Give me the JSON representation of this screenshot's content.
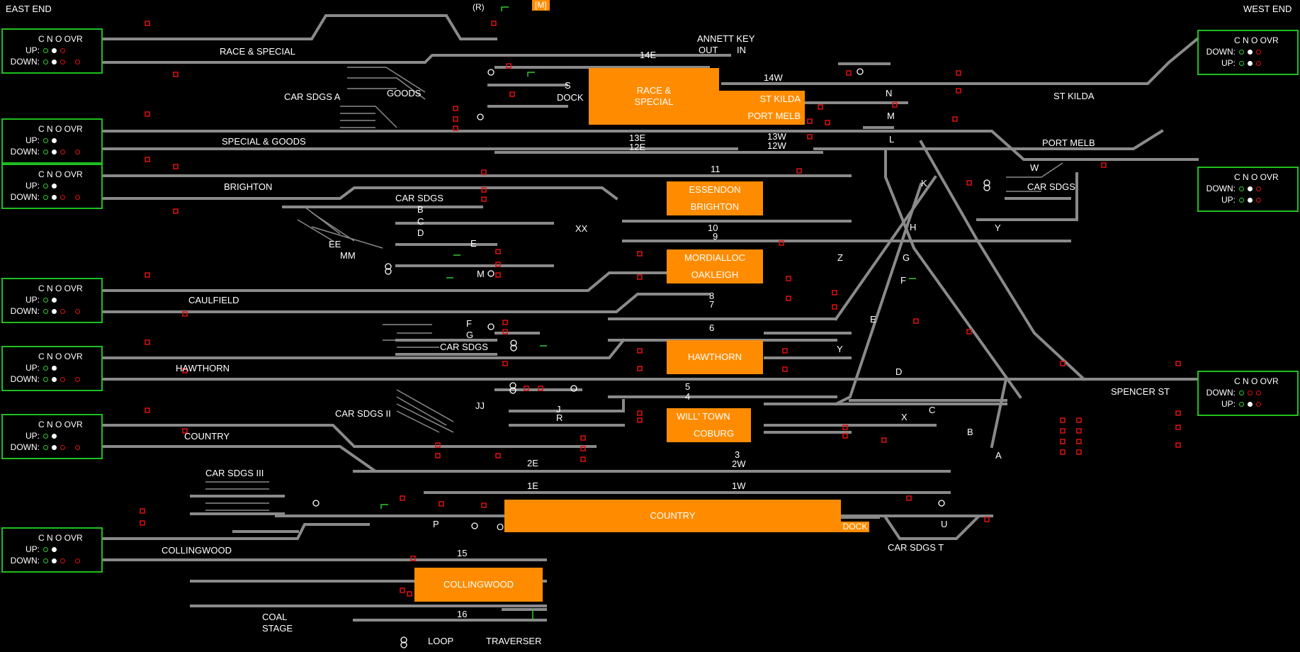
{
  "ends": {
    "east": "EAST END",
    "west": "WEST END"
  },
  "top_controls": {
    "r": "(R)",
    "m": "[M]"
  },
  "annett": {
    "title": "ANNETT KEY",
    "out": "OUT",
    "in": "IN"
  },
  "panel_header": "C  N  O  OVR",
  "panel_rows": {
    "up": "UP:",
    "down": "DOWN:"
  },
  "colors": {
    "track": "#8a8a8a",
    "platform": "#ff8c00",
    "signal": "#e01010",
    "panel_border": "#1fbf1f",
    "indicator_green": "#2ecc2e"
  },
  "panels": {
    "east": [
      {
        "name": "race",
        "rows": [
          "up",
          "down"
        ]
      },
      {
        "name": "special",
        "rows": [
          "up",
          "down"
        ]
      },
      {
        "name": "brighton",
        "rows": [
          "up",
          "down"
        ]
      },
      {
        "name": "caulfield",
        "rows": [
          "up",
          "down"
        ]
      },
      {
        "name": "hawthorn",
        "rows": [
          "up",
          "down"
        ]
      },
      {
        "name": "country",
        "rows": [
          "up",
          "down"
        ]
      },
      {
        "name": "collingwood",
        "rows": [
          "up",
          "down"
        ]
      }
    ],
    "west": [
      {
        "name": "stkilda",
        "rows": [
          "down",
          "up"
        ]
      },
      {
        "name": "portmelb",
        "rows": [
          "down",
          "up"
        ]
      },
      {
        "name": "spencer",
        "rows": [
          "down",
          "up"
        ]
      }
    ]
  },
  "line_names": {
    "race_special": "RACE & SPECIAL",
    "special_goods": "SPECIAL & GOODS",
    "brighton": "BRIGHTON",
    "caulfield": "CAULFIELD",
    "hawthorn": "HAWTHORN",
    "country": "COUNTRY",
    "collingwood": "COLLINGWOOD",
    "st_kilda": "ST KILDA",
    "port_melb": "PORT MELB",
    "spencer_st": "SPENCER ST"
  },
  "sidings": {
    "car_sdgs_a": "CAR SDGS A",
    "goods": "GOODS",
    "car_sdgs": "CAR SDGS",
    "car_sdgs_2": "CAR SDGS",
    "car_sdgs_ii": "CAR SDGS II",
    "car_sdgs_iii": "CAR SDGS III",
    "car_sdgs_t": "CAR SDGS  T",
    "car_sdgs_w": "CAR SDGS",
    "coal_stage_1": "COAL",
    "coal_stage_2": "STAGE",
    "loop": "LOOP",
    "traverser": "TRAVERSER",
    "dock_top": "DOCK",
    "dock_bottom": "DOCK"
  },
  "platforms": {
    "race_special_1": "RACE &",
    "race_special_2": "SPECIAL",
    "st_kilda": "ST KILDA",
    "port_melb": "PORT MELB",
    "essendon": "ESSENDON",
    "brighton": "BRIGHTON",
    "mordialloc": "MORDIALLOC",
    "oakleigh": "OAKLEIGH",
    "hawthorn": "HAWTHORN",
    "williamstown": "WILL' TOWN",
    "coburg": "COBURG",
    "country": "COUNTRY",
    "collingwood": "COLLINGWOOD"
  },
  "road_numbers": {
    "r14e": "14E",
    "r14w": "14W",
    "r13e": "13E",
    "r12e": "12E",
    "r13w": "13W",
    "r12w": "12W",
    "r11": "11",
    "r10": "10",
    "r9": "9",
    "r8": "8",
    "r7": "7",
    "r6": "6",
    "r5": "5",
    "r4": "4",
    "r3": "3",
    "r2e": "2E",
    "r2w": "2W",
    "r1e": "1E",
    "r1w": "1W",
    "r15": "15",
    "r16": "16"
  },
  "letters": {
    "S": "S",
    "B": "B",
    "C": "C",
    "D": "D",
    "E": "E",
    "EE": "EE",
    "MM": "MM",
    "M": "M",
    "F": "F",
    "G": "G",
    "JJ": "JJ",
    "J": "J",
    "R": "R",
    "P": "P",
    "O": "O",
    "XX": "XX",
    "N": "N",
    "L": "L",
    "K": "K",
    "H": "H",
    "Gw": "G",
    "Fw": "F",
    "Ew": "E",
    "Y": "Y",
    "Z": "Z",
    "Dw": "D",
    "Cw": "C",
    "X": "X",
    "Bw": "B",
    "A": "A",
    "W": "W",
    "Yw": "Y",
    "U": "U",
    "M2": "M"
  }
}
